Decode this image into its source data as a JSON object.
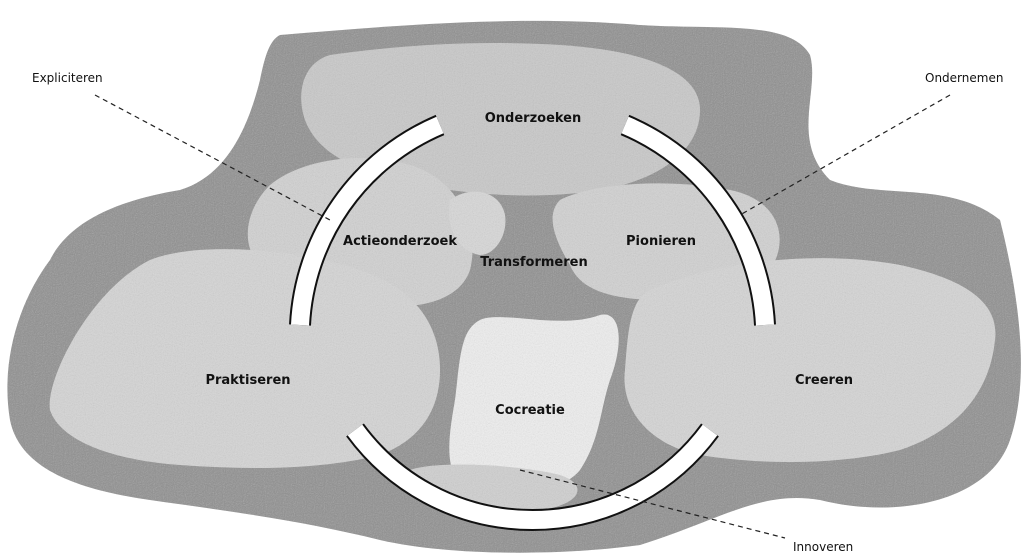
{
  "diagram": {
    "regions": {
      "onderzoeken": "Onderzoeken",
      "actieonderzoek": "Actieonderzoek",
      "pionieren": "Pionieren",
      "transformeren": "Transformeren",
      "praktiseren": "Praktiseren",
      "cocreatie": "Cocreatie",
      "creeren": "Creeren"
    },
    "outer_labels": {
      "expliciteren": "Expliciteren",
      "ondernemen": "Ondernemen",
      "innoveren": "Innoveren"
    }
  }
}
